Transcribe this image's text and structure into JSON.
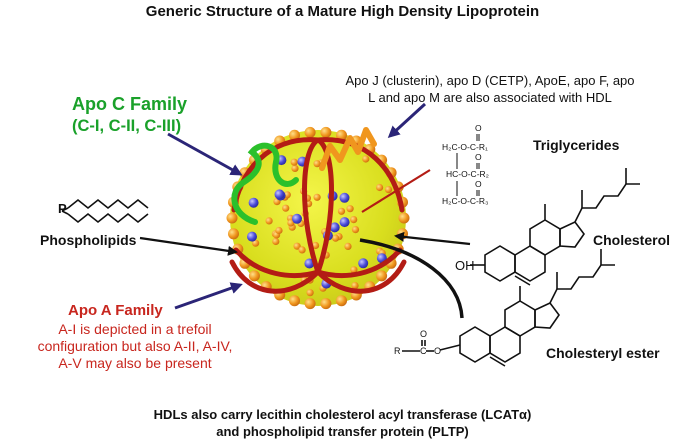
{
  "title": "Generic Structure of a Mature High Density Lipoprotein",
  "apo_c": {
    "title": "Apo C Family",
    "members": "(C-I, C-II, C-III)",
    "color": "#1aa12a"
  },
  "other_apo": {
    "line1": "Apo J (clusterin), apo D (CETP), ApoE, apo F, apo",
    "line2": "L and apo M are also associated with HDL"
  },
  "triglycerides": {
    "label": "Triglycerides",
    "formula": {
      "row1": "H₂C-O-C-R₁",
      "row2": "HC-O-C-R₂",
      "row3": "H₂C-O-C-R₃",
      "o": "O"
    }
  },
  "phospholipids": {
    "label": "Phospholipids",
    "p_atom": "P"
  },
  "cholesterol": {
    "label": "Cholesterol",
    "oh": "OH"
  },
  "apo_a": {
    "title": "Apo A Family",
    "line1": "A-I is depicted in a trefoil",
    "line2": "configuration but also A-II, A-IV,",
    "line3": "A-V may also be present",
    "color": "#c8261e"
  },
  "cholesteryl_ester": {
    "label": "Cholesteryl ester",
    "r": "R",
    "c": "C",
    "o": "O",
    "o_double": "O"
  },
  "footer": {
    "line1": "HDLs also carry lecithin cholesterol acyl transferase (LCATα)",
    "line2": "and phospholipid transfer protein (PLTP)"
  }
}
